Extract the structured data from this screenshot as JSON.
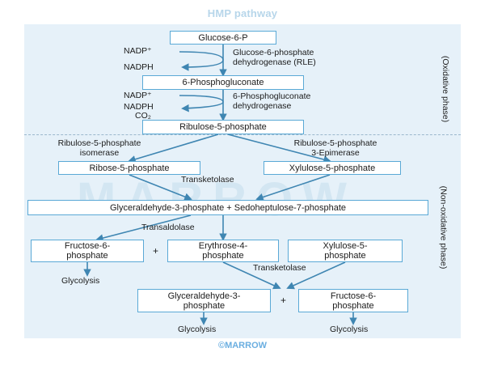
{
  "title": "HMP pathway",
  "footer": "©MARROW",
  "watermark": "MARROW",
  "colors": {
    "panel": "#e6f1f9",
    "box_border": "#5aa9d6",
    "arrow": "#3f86b2",
    "title": "#b7d6ea",
    "footer": "#6aaee0"
  },
  "nodes": {
    "glucose6p": "Glucose-6-P",
    "pgluconate": "6-Phosphogluconate",
    "ribulose5p": "Ribulose-5-phosphate",
    "ribose5p": "Ribose-5-phosphate",
    "xylulose5p": "Xylulose-5-phosphate",
    "g3p_s7p": "Glyceraldehyde-3-phosphate + Sedoheptulose-7-phosphate",
    "fructose6p_line1": "Fructose-6-",
    "fructose6p_line2": "phosphate",
    "erythrose4p_line1": "Erythrose-4-",
    "erythrose4p_line2": "phosphate",
    "xylulose5p_b_line1": "Xylulose-5-",
    "xylulose5p_b_line2": "phosphate",
    "g3p_line1": "Glyceraldehyde-3-",
    "g3p_line2": "phosphate",
    "fructose6p_b_line1": "Fructose-6-",
    "fructose6p_b_line2": "phosphate"
  },
  "cofactors": {
    "nadp_1": "NADP⁺",
    "nadph_1": "NADPH",
    "nadp_2": "NADP⁺",
    "nadph_2": "NADPH",
    "co2": "CO₂"
  },
  "enzymes": {
    "g6pd_line1": "Glucose-6-phosphate",
    "g6pd_line2": "dehydrogenase (RLE)",
    "pgd_line1": "6-Phosphogluconate",
    "pgd_line2": "dehydrogenase",
    "isomerase_line1": "Ribulose-5-phosphate",
    "isomerase_line2": "isomerase",
    "epimerase_line1": "Ribulose-5-phosphate",
    "epimerase_line2": "3-Epimerase",
    "transketolase_1": "Transketolase",
    "transaldolase": "Transaldolase",
    "transketolase_2": "Transketolase"
  },
  "products": {
    "glycolysis_1": "Glycolysis",
    "glycolysis_2": "Glycolysis",
    "glycolysis_3": "Glycolysis"
  },
  "operators": {
    "plus_1": "+",
    "plus_2": "+"
  },
  "phases": {
    "oxidative": "(Oxidative phase)",
    "non_oxidative": "(Non-oxidative phase)"
  }
}
